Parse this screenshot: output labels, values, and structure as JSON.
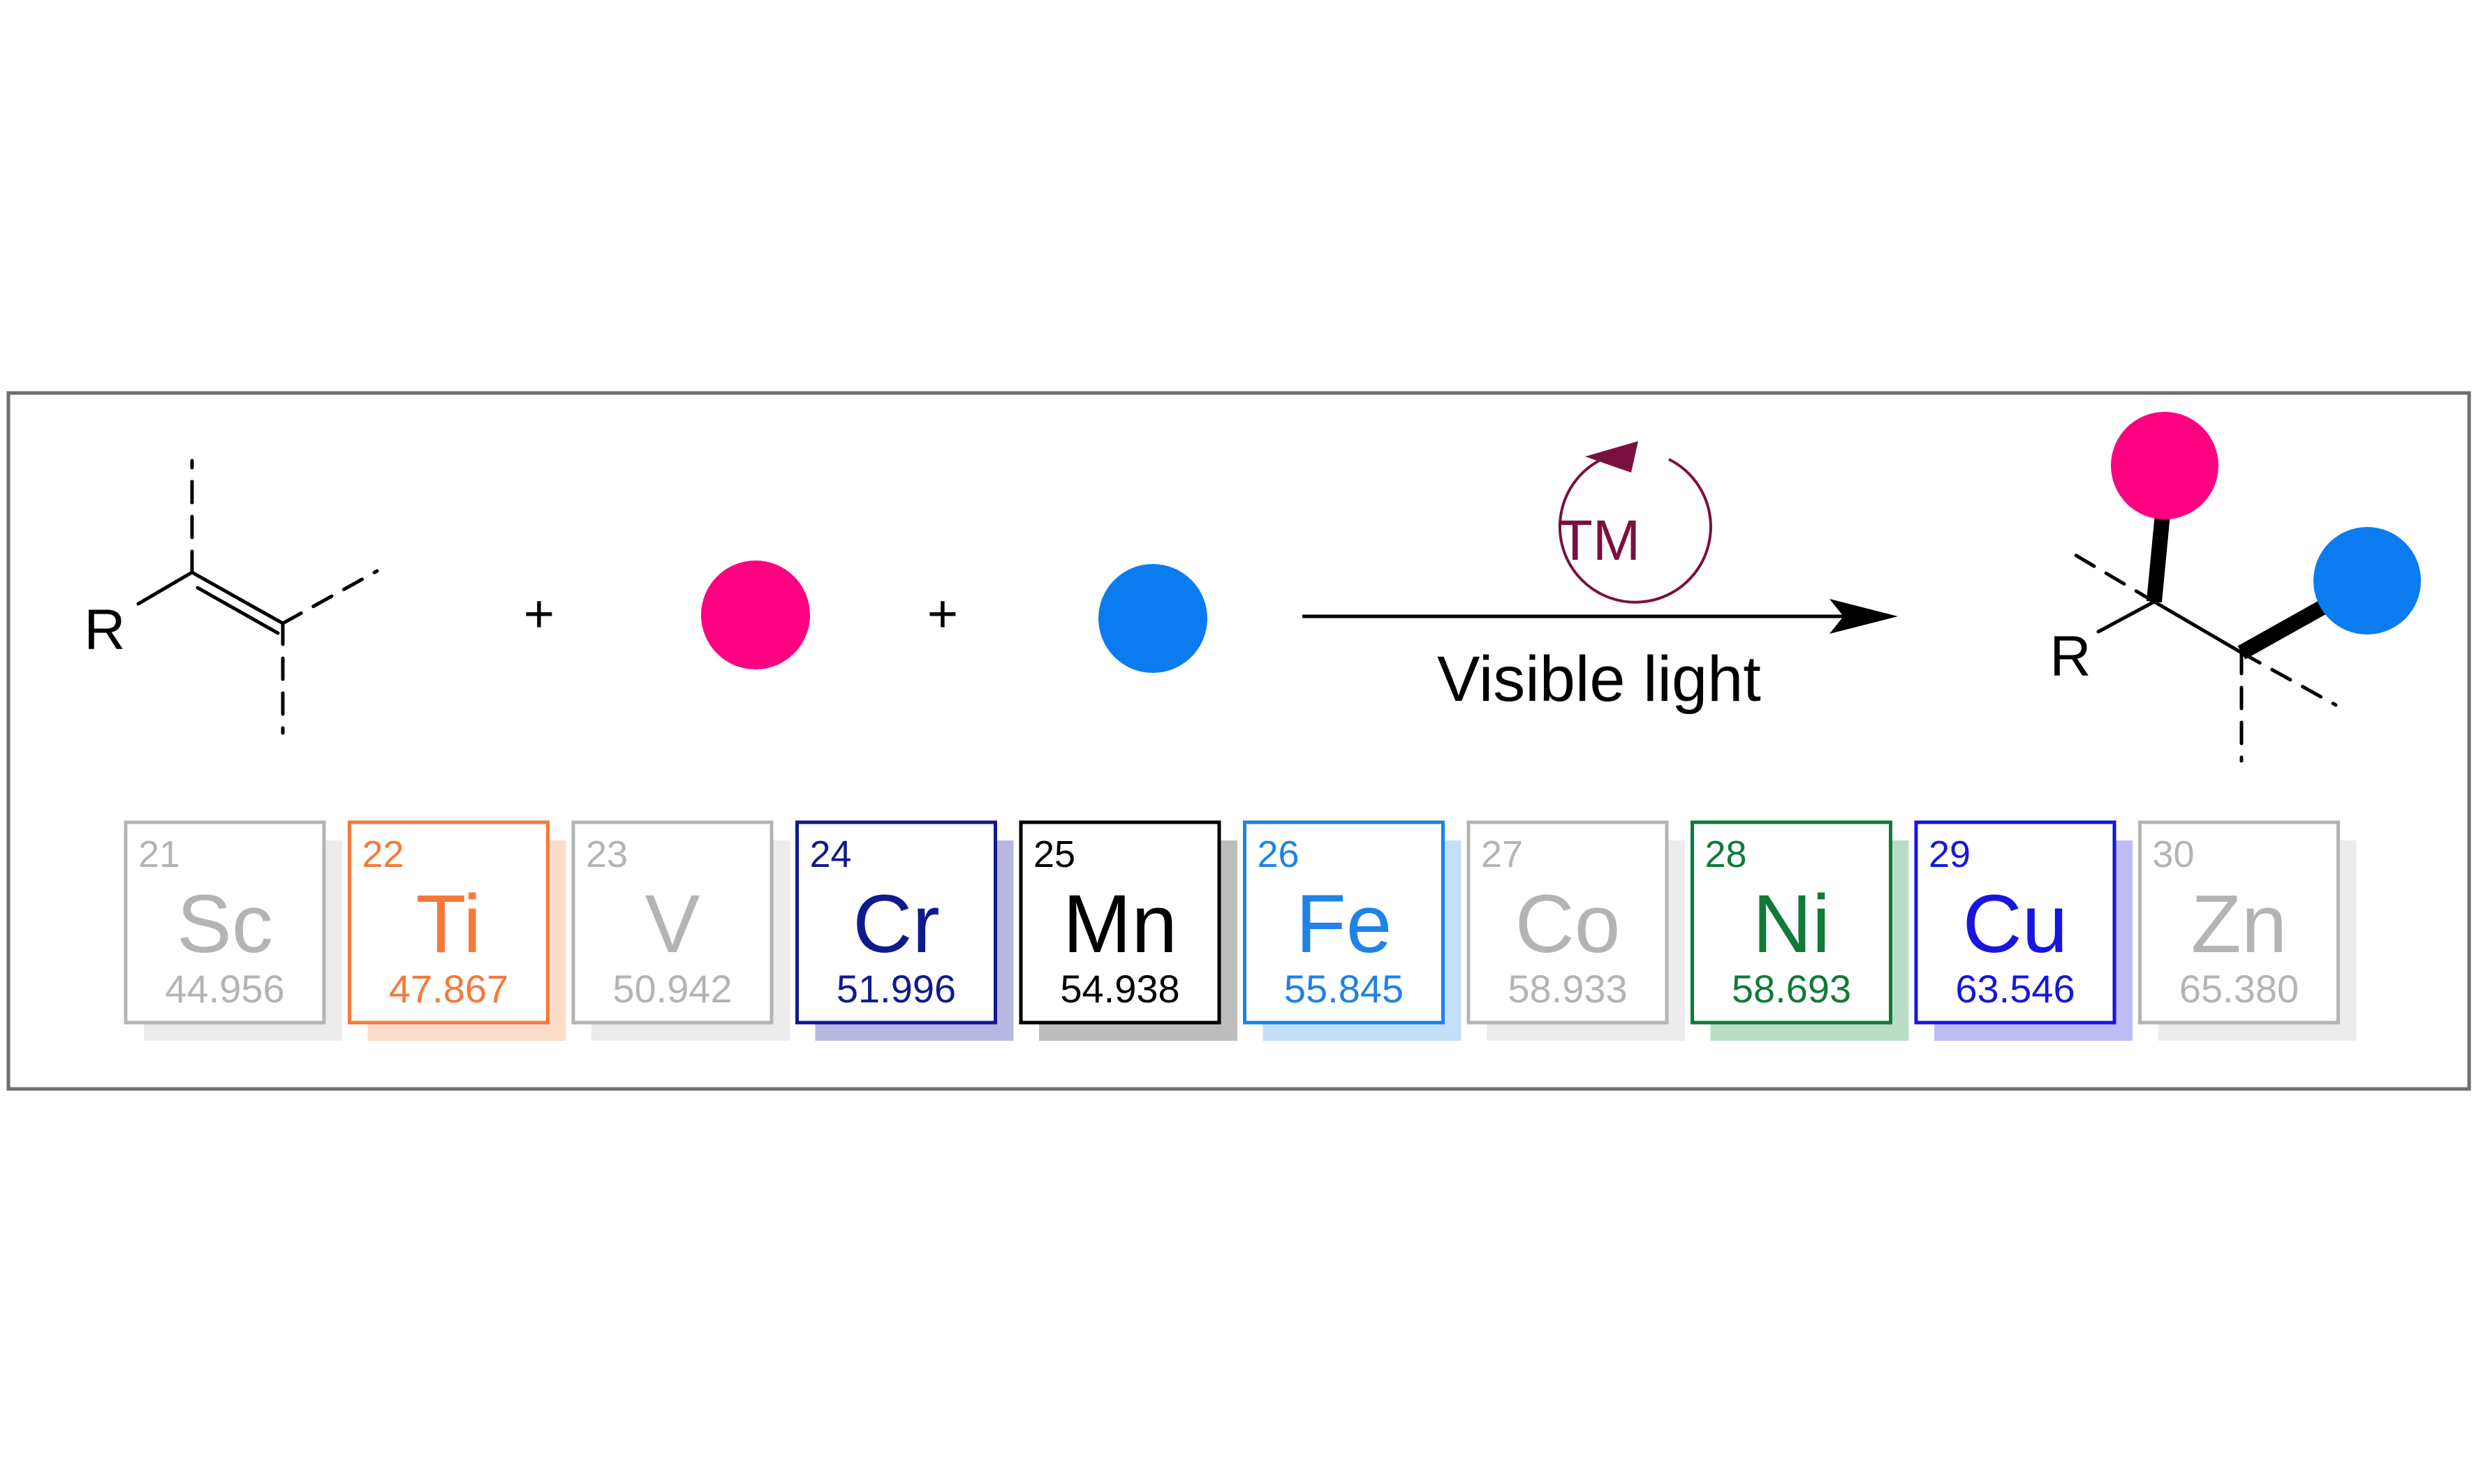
{
  "scheme": {
    "substituent_label": "R",
    "plus_sign": "+",
    "catalyst_label": "TM",
    "condition_label": "Visible light",
    "reagent_colors": {
      "first": "#FF0080",
      "second": "#0A7CF0"
    },
    "catalyst_color": "#7A1040"
  },
  "elements": [
    {
      "number": "21",
      "symbol": "Sc",
      "mass": "44.956",
      "color": "#B4B4B4",
      "shadow": "#ECECEC",
      "highlighted": false
    },
    {
      "number": "22",
      "symbol": "Ti",
      "mass": "47.867",
      "color": "#F47A3A",
      "shadow": "#FCDCC9",
      "highlighted": true
    },
    {
      "number": "23",
      "symbol": "V",
      "mass": "50.942",
      "color": "#B4B4B4",
      "shadow": "#ECECEC",
      "highlighted": false
    },
    {
      "number": "24",
      "symbol": "Cr",
      "mass": "51.996",
      "color": "#101A8C",
      "shadow": "#B6B8E2",
      "highlighted": true
    },
    {
      "number": "25",
      "symbol": "Mn",
      "mass": "54.938",
      "color": "#000000",
      "shadow": "#BDBDBD",
      "highlighted": true
    },
    {
      "number": "26",
      "symbol": "Fe",
      "mass": "55.845",
      "color": "#1E82E6",
      "shadow": "#C4E0FA",
      "highlighted": true
    },
    {
      "number": "27",
      "symbol": "Co",
      "mass": "58.933",
      "color": "#B4B4B4",
      "shadow": "#ECECEC",
      "highlighted": false
    },
    {
      "number": "28",
      "symbol": "Ni",
      "mass": "58.693",
      "color": "#107A38",
      "shadow": "#B9DCC6",
      "highlighted": true
    },
    {
      "number": "29",
      "symbol": "Cu",
      "mass": "63.546",
      "color": "#1616E0",
      "shadow": "#BDBDF3",
      "highlighted": true
    },
    {
      "number": "30",
      "symbol": "Zn",
      "mass": "65.380",
      "color": "#B4B4B4",
      "shadow": "#ECECEC",
      "highlighted": false
    }
  ]
}
